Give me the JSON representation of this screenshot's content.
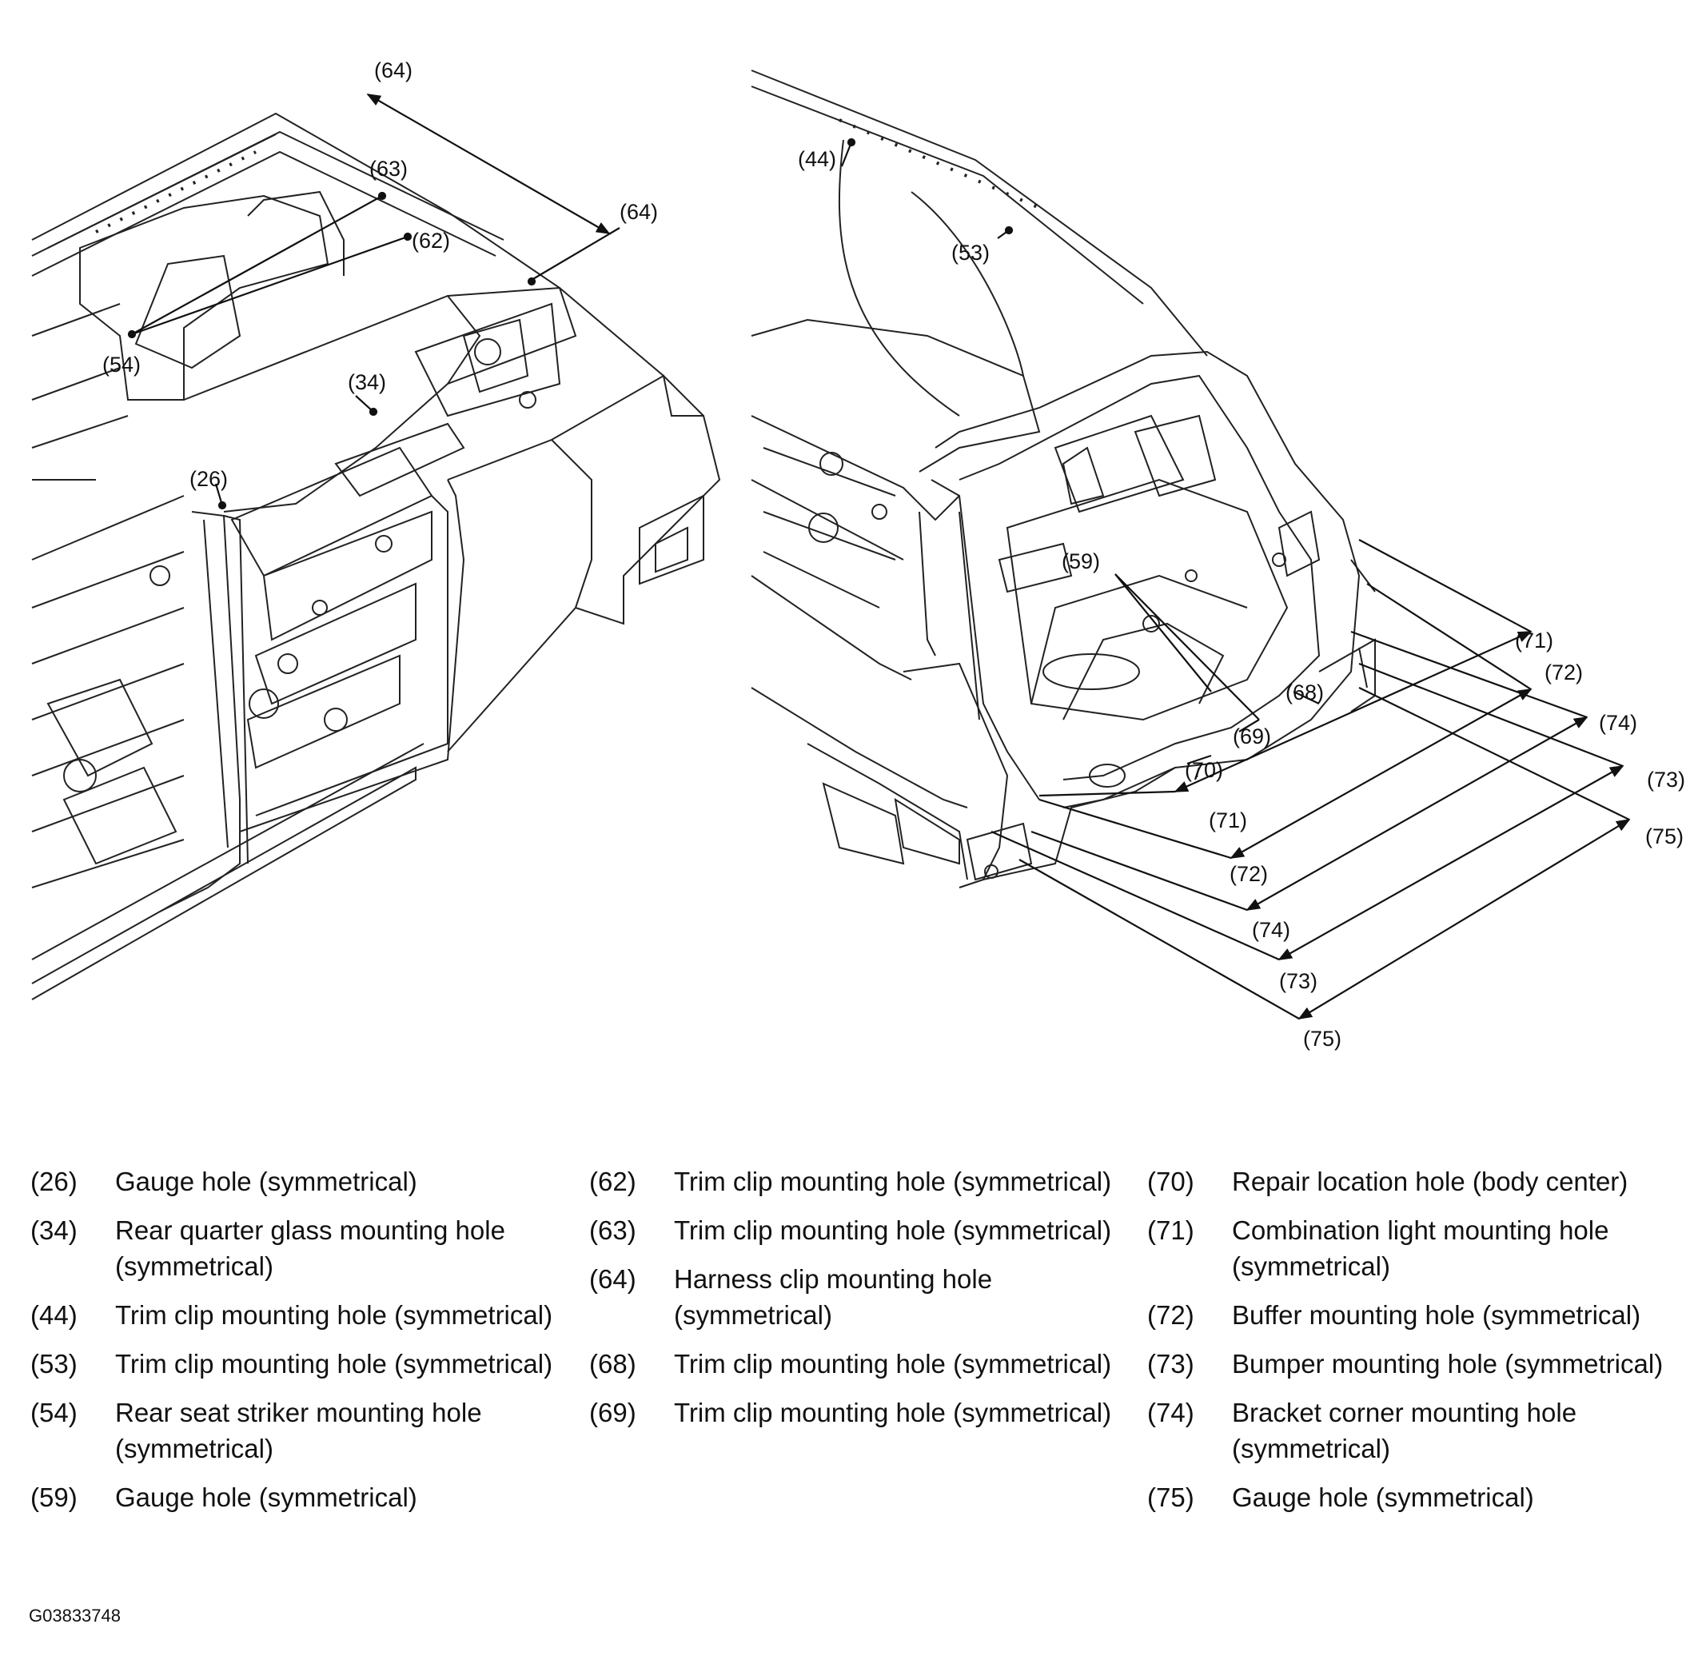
{
  "callouts": {
    "left": {
      "c64a": "(64)",
      "c63": "(63)",
      "c64b": "(64)",
      "c62": "(62)",
      "c54": "(54)",
      "c34": "(34)",
      "c26": "(26)"
    },
    "right": {
      "c44": "(44)",
      "c53": "(53)",
      "c59": "(59)",
      "c71a": "(71)",
      "c72a": "(72)",
      "c74a": "(74)",
      "c73a": "(73)",
      "c75a": "(75)",
      "c68": "(68)",
      "c69": "(69)",
      "c70": "(70)",
      "c71b": "(71)",
      "c72b": "(72)",
      "c74b": "(74)",
      "c73b": "(73)",
      "c75b": "(75)"
    }
  },
  "legend": {
    "col1": [
      {
        "num": "(26)",
        "desc": "Gauge hole (symmetrical)"
      },
      {
        "num": "(34)",
        "desc": "Rear quarter glass mounting hole (symmetrical)"
      },
      {
        "num": "(44)",
        "desc": "Trim clip mounting hole (symmetrical)"
      },
      {
        "num": "(53)",
        "desc": "Trim clip mounting hole (symmetrical)"
      },
      {
        "num": "(54)",
        "desc": "Rear seat striker mounting hole (symmetrical)"
      },
      {
        "num": "(59)",
        "desc": "Gauge hole (symmetrical)"
      }
    ],
    "col2": [
      {
        "num": "(62)",
        "desc": "Trim clip mounting hole (symmetrical)"
      },
      {
        "num": "(63)",
        "desc": "Trim clip mounting hole (symmetrical)"
      },
      {
        "num": "(64)",
        "desc": "Harness clip mounting hole (symmetrical)"
      },
      {
        "num": "(68)",
        "desc": "Trim clip mounting hole (symmetrical)"
      },
      {
        "num": "(69)",
        "desc": "Trim clip mounting hole (symmetrical)"
      }
    ],
    "col3": [
      {
        "num": "(70)",
        "desc": "Repair location hole (body center)"
      },
      {
        "num": "(71)",
        "desc": "Combination light mounting hole (symmetrical)"
      },
      {
        "num": "(72)",
        "desc": "Buffer mounting hole (symmetrical)"
      },
      {
        "num": "(73)",
        "desc": "Bumper mounting hole (symmetrical)"
      },
      {
        "num": "(74)",
        "desc": "Bracket corner mounting hole (symmetrical)"
      },
      {
        "num": "(75)",
        "desc": "Gauge hole (symmetrical)"
      }
    ]
  },
  "figure_code": "G03833748"
}
